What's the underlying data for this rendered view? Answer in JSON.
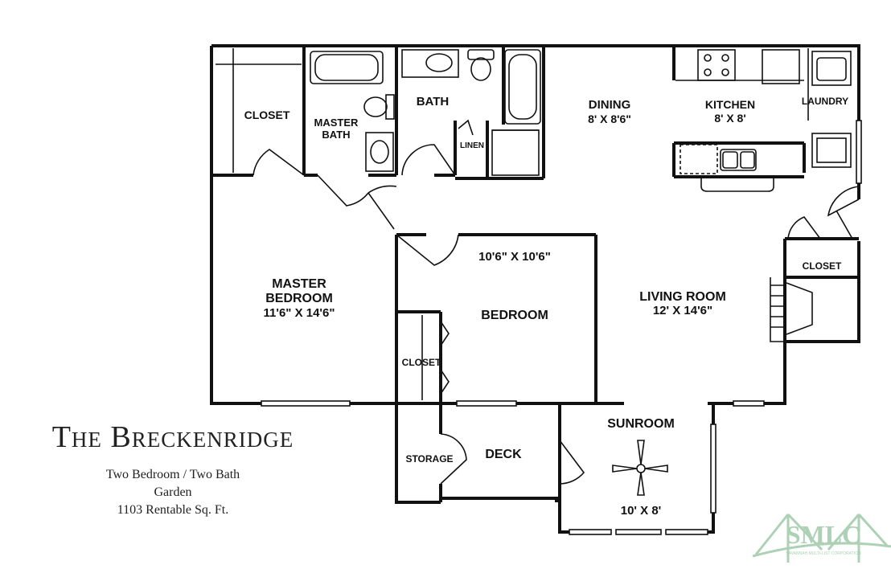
{
  "rooms": {
    "closet_master": "CLOSET",
    "master_bath_1": "MASTER",
    "master_bath_2": "BATH",
    "bath": "BATH",
    "linen": "LINEN",
    "dining_name": "DINING",
    "dining_size": "8' X 8'6\"",
    "kitchen_name": "KITCHEN",
    "kitchen_size": "8' X 8'",
    "laundry": "LAUNDRY",
    "closet_entry": "CLOSET",
    "master_bed_1": "MASTER",
    "master_bed_2": "BEDROOM",
    "master_bed_size": "11'6\" X 14'6\"",
    "bedroom_size": "10'6\" X 10'6\"",
    "bedroom_name": "BEDROOM",
    "closet_bed2": "CLOSET",
    "living_name": "LIVING ROOM",
    "living_size": "12' X 14'6\"",
    "sunroom_name": "SUNROOM",
    "sunroom_size": "10' X 8'",
    "storage": "STORAGE",
    "deck": "DECK"
  },
  "caption": {
    "name": "The Breckenridge",
    "line1": "Two Bedroom / Two Bath",
    "line2": "Garden",
    "line3": "1103 Rentable Sq. Ft."
  },
  "logo": {
    "text": "SMLC",
    "subtext": "SAVANNAH MULTI-LIST CORPORATION",
    "color": "#9fc9a8"
  }
}
